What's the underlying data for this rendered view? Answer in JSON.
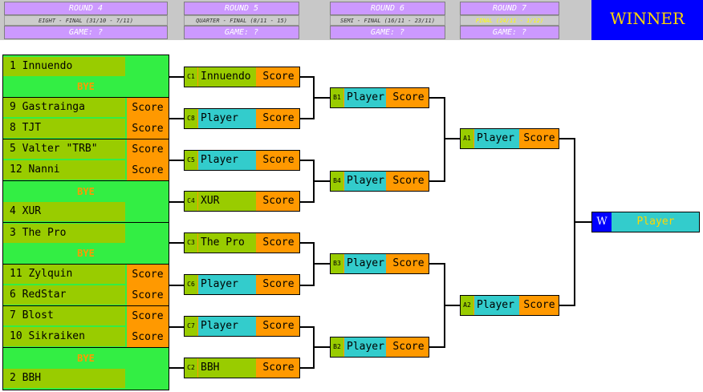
{
  "rounds": [
    {
      "title": "ROUND 4",
      "subtitle": "EIGHT - FINAL (31/10 - 7/11)",
      "game": "GAME: ?"
    },
    {
      "title": "ROUND 5",
      "subtitle": "QUARTER - FINAL (8/11 - 15)",
      "game": "GAME: ?"
    },
    {
      "title": "ROUND 6",
      "subtitle": "SEMI - FINAL (16/11 - 23/11)",
      "game": "GAME: ?"
    },
    {
      "title": "ROUND 7",
      "subtitle": "FINAL (24/11 - 1/12)",
      "game": "GAME: ?"
    }
  ],
  "winner_title": "WINNER",
  "round4": [
    {
      "seed": "1",
      "name": "Innuendo",
      "score": ""
    },
    {
      "bye": "BYE"
    },
    {
      "seed": "9",
      "name": "Gastrainga",
      "score": "Score"
    },
    {
      "seed": "8",
      "name": "TJT",
      "score": "Score"
    },
    {
      "seed": "5",
      "name": "Valter \"TRB\"",
      "score": "Score"
    },
    {
      "seed": "12",
      "name": "Nanni",
      "score": "Score"
    },
    {
      "bye": "BYE"
    },
    {
      "seed": "4",
      "name": "XUR",
      "score": ""
    },
    {
      "seed": "3",
      "name": "The Pro",
      "score": ""
    },
    {
      "bye": "BYE"
    },
    {
      "seed": "11",
      "name": "Zylquin",
      "score": "Score"
    },
    {
      "seed": "6",
      "name": "RedStar",
      "score": "Score"
    },
    {
      "seed": "7",
      "name": "Blost",
      "score": "Score"
    },
    {
      "seed": "10",
      "name": "Sikraiken",
      "score": "Score"
    },
    {
      "bye": "BYE"
    },
    {
      "seed": "2",
      "name": "BBH",
      "score": ""
    }
  ],
  "round5": [
    {
      "id": "C1",
      "name": "Innuendo",
      "score": "Score"
    },
    {
      "id": "C8",
      "name": "Player",
      "score": "Score"
    },
    {
      "id": "C5",
      "name": "Player",
      "score": "Score"
    },
    {
      "id": "C4",
      "name": "XUR",
      "score": "Score"
    },
    {
      "id": "C3",
      "name": "The Pro",
      "score": "Score"
    },
    {
      "id": "C6",
      "name": "Player",
      "score": "Score"
    },
    {
      "id": "C7",
      "name": "Player",
      "score": "Score"
    },
    {
      "id": "C2",
      "name": "BBH",
      "score": "Score"
    }
  ],
  "round6": [
    {
      "id": "B1",
      "name": "Player",
      "score": "Score"
    },
    {
      "id": "B4",
      "name": "Player",
      "score": "Score"
    },
    {
      "id": "B3",
      "name": "Player",
      "score": "Score"
    },
    {
      "id": "B2",
      "name": "Player",
      "score": "Score"
    }
  ],
  "round7": [
    {
      "id": "A1",
      "name": "Player",
      "score": "Score"
    },
    {
      "id": "A2",
      "name": "Player",
      "score": "Score"
    }
  ],
  "final": {
    "badge": "W",
    "name": "Player"
  }
}
